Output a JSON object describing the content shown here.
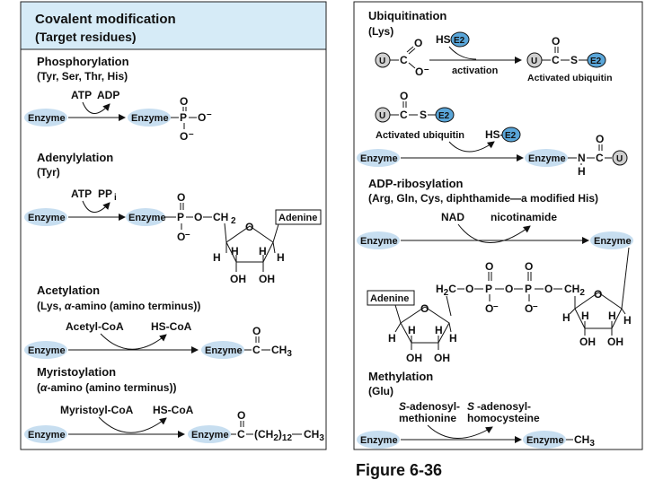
{
  "left": {
    "header": {
      "title": "Covalent modification",
      "subtitle": "(Target residues)"
    },
    "phos": {
      "title": "Phosphorylation",
      "residues": "(Tyr, Ser, Thr, His)",
      "in": "ATP",
      "out": "ADP"
    },
    "aden": {
      "title": "Adenylylation",
      "residues": "(Tyr)",
      "in": "ATP",
      "out": "PP",
      "out_sub": "i",
      "adenine": "Adenine"
    },
    "acet": {
      "title": "Acetylation",
      "residues_pre": "(Lys, ",
      "alpha": "α",
      "residues_post": "-amino (amino terminus))",
      "in": "Acetyl-CoA",
      "out": "HS-CoA"
    },
    "myr": {
      "title": "Myristoylation",
      "residues_pre": "(",
      "alpha": "α",
      "residues_post": "-amino (amino terminus))",
      "in": "Myristoyl-CoA",
      "out": "HS-CoA",
      "chain": "(CH",
      "chain_sub": "2",
      "chain_n": "12",
      "ch3": "CH"
    }
  },
  "right": {
    "ubi": {
      "title": "Ubiquitination",
      "residues": "(Lys)",
      "hs": "HS-",
      "e2": "E2",
      "u": "U",
      "activation": "activation",
      "activated": "Activated ubiquitin",
      "activated2": "Activated ubiquitin"
    },
    "adp": {
      "title": "ADP-ribosylation",
      "residues": "(Arg, Gln, Cys, diphthamide—a modified His)",
      "in": "NAD",
      "out": "nicotinamide",
      "adenine": "Adenine"
    },
    "meth": {
      "title": "Methylation",
      "residues": "(Glu)",
      "in1": "S",
      "in2": "-adenosyl-",
      "in3": "methionine",
      "out1": "S",
      "out2": "-adenosyl-",
      "out3": "homocysteine"
    }
  },
  "labels": {
    "enzyme": "Enzyme",
    "atom_o": "O",
    "atom_p": "P",
    "atom_c": "C",
    "atom_h": "H",
    "atom_n": "N",
    "atom_s": "S",
    "oh": "OH",
    "ch2": "CH",
    "h2c": "H",
    "minus": "–"
  },
  "caption": "Figure 6-36",
  "colors": {
    "header_bg": "#d6ebf7",
    "enzyme_fill": "#c7def0",
    "e2_fill": "#5aa6d9",
    "u_fill": "#d0d0d0"
  }
}
